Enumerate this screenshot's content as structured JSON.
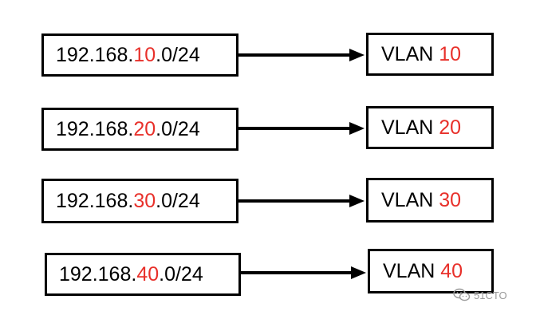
{
  "colors": {
    "highlight": "#e8302a",
    "border": "#000000",
    "watermark": "#9a9a9a"
  },
  "mappings": [
    {
      "subnet_prefix": "192.168.",
      "subnet_octet": "10",
      "subnet_suffix": ".0/24",
      "vlan_prefix": "VLAN ",
      "vlan_id": "10"
    },
    {
      "subnet_prefix": "192.168.",
      "subnet_octet": "20",
      "subnet_suffix": ".0/24",
      "vlan_prefix": "VLAN ",
      "vlan_id": "20"
    },
    {
      "subnet_prefix": "192.168.",
      "subnet_octet": "30",
      "subnet_suffix": ".0/24",
      "vlan_prefix": "VLAN ",
      "vlan_id": "30"
    },
    {
      "subnet_prefix": "192.168.",
      "subnet_octet": "40",
      "subnet_suffix": ".0/24",
      "vlan_prefix": "VLAN ",
      "vlan_id": "40"
    }
  ],
  "watermark": {
    "text": "51CTO",
    "icon": "wechat-icon"
  }
}
